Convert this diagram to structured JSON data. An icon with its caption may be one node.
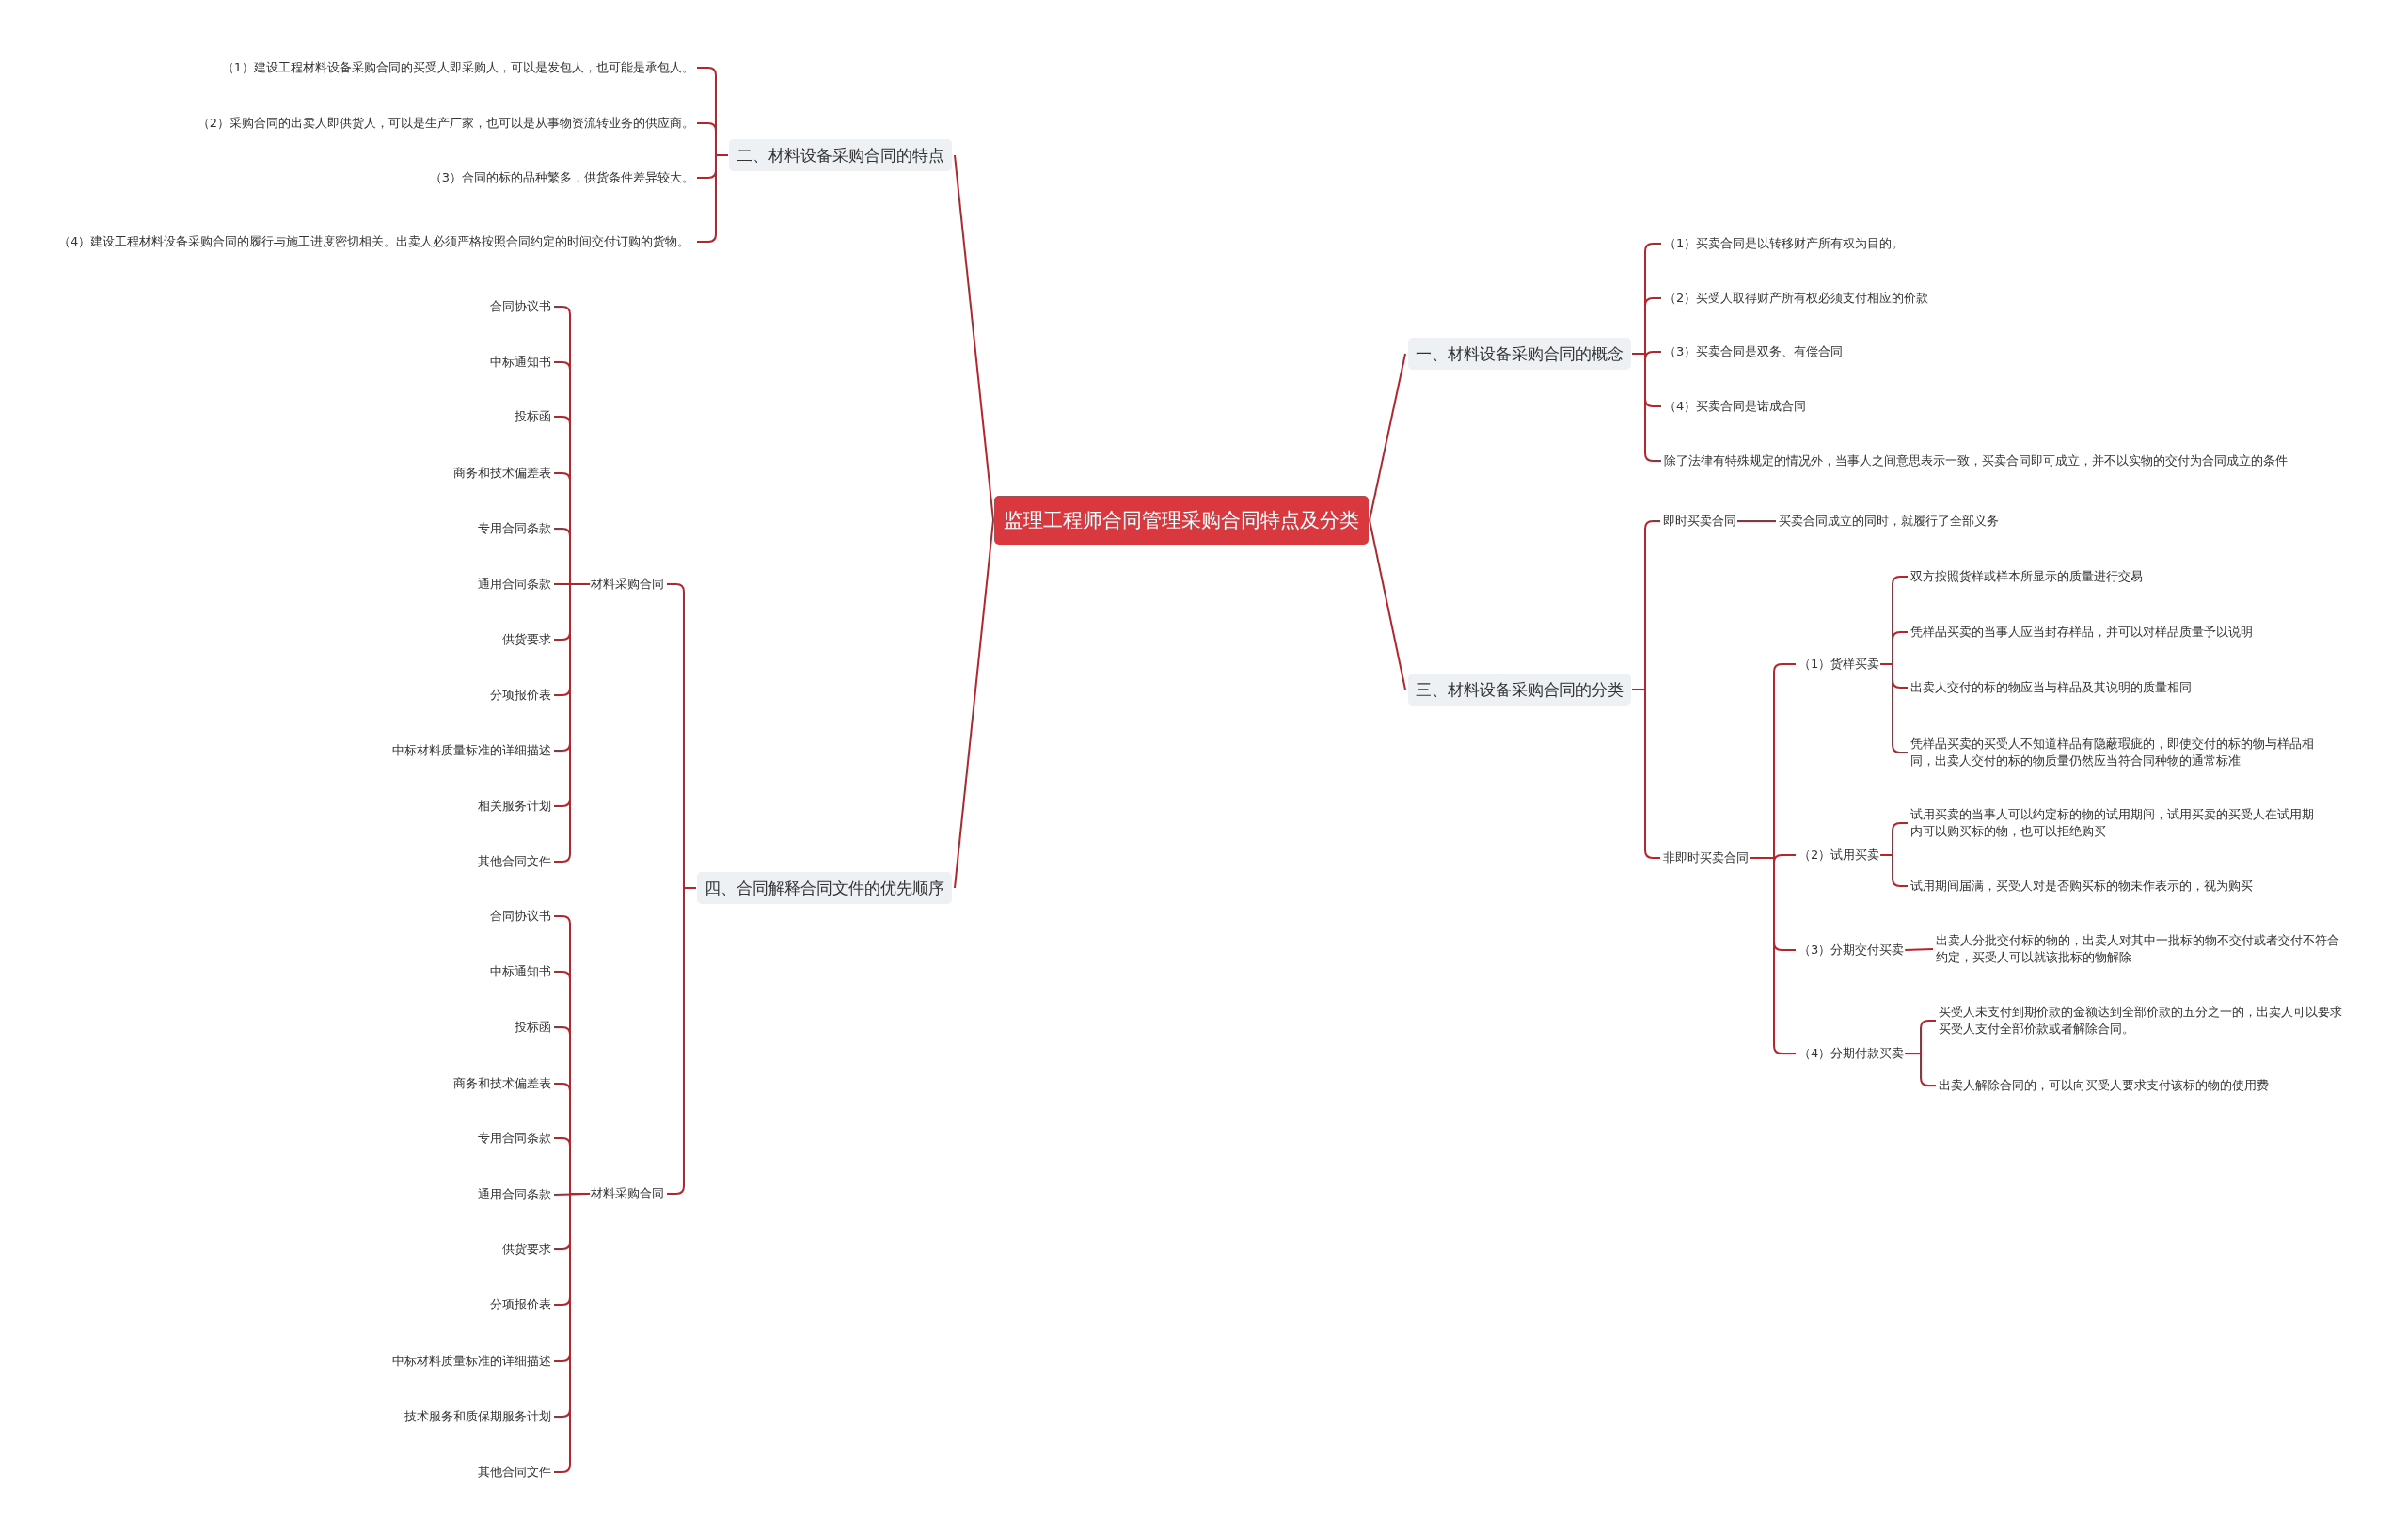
{
  "diagram": {
    "nodes": [
      {
        "text": [
          "监理工程师合同管理采购合同特点及分类"
        ]
      },
      {
        "text": [
          "二、材料设备采购合同的特点"
        ]
      },
      {
        "text": [
          "（1）建设工程材料设备采购合同的买受人即采购人，可以是发包人，也可能是承包人。"
        ]
      },
      {
        "text": [
          "（2）采购合同的出卖人即供货人，可以是生产厂家，也可以是从事物资流转业务的供应商。"
        ]
      },
      {
        "text": [
          "（3）合同的标的品种繁多，供货条件差异较大。"
        ]
      },
      {
        "text": [
          "（4）建设工程材料设备采购合同的履行与施工进度密切相关。出卖人必须严格按照合同约定的时间交付订购的货物。"
        ]
      },
      {
        "text": [
          "四、合同解释合同文件的优先顺序"
        ]
      },
      {
        "text": [
          "材料采购合同"
        ]
      },
      {
        "text": [
          "合同协议书"
        ]
      },
      {
        "text": [
          "中标通知书"
        ]
      },
      {
        "text": [
          "投标函"
        ]
      },
      {
        "text": [
          "商务和技术偏差表"
        ]
      },
      {
        "text": [
          "专用合同条款"
        ]
      },
      {
        "text": [
          "通用合同条款"
        ]
      },
      {
        "text": [
          "供货要求"
        ]
      },
      {
        "text": [
          "分项报价表"
        ]
      },
      {
        "text": [
          "中标材料质量标准的详细描述"
        ]
      },
      {
        "text": [
          "相关服务计划"
        ]
      },
      {
        "text": [
          "其他合同文件"
        ]
      },
      {
        "text": [
          "材料采购合同"
        ]
      },
      {
        "text": [
          "合同协议书"
        ]
      },
      {
        "text": [
          "中标通知书"
        ]
      },
      {
        "text": [
          "投标函"
        ]
      },
      {
        "text": [
          "商务和技术偏差表"
        ]
      },
      {
        "text": [
          "专用合同条款"
        ]
      },
      {
        "text": [
          "通用合同条款"
        ]
      },
      {
        "text": [
          "供货要求"
        ]
      },
      {
        "text": [
          "分项报价表"
        ]
      },
      {
        "text": [
          "中标材料质量标准的详细描述"
        ]
      },
      {
        "text": [
          "技术服务和质保期服务计划"
        ]
      },
      {
        "text": [
          "其他合同文件"
        ]
      },
      {
        "text": [
          "一、材料设备采购合同的概念"
        ]
      },
      {
        "text": [
          "（1）买卖合同是以转移财产所有权为目的。"
        ]
      },
      {
        "text": [
          "（2）买受人取得财产所有权必须支付相应的价款"
        ]
      },
      {
        "text": [
          "（3）买卖合同是双务、有偿合同"
        ]
      },
      {
        "text": [
          "（4）买卖合同是诺成合同"
        ]
      },
      {
        "text": [
          "除了法律有特殊规定的情况外，当事人之间意思表示一致，买卖合同即可成立，并不以实物的交付为合同成立的条件"
        ]
      },
      {
        "text": [
          "三、材料设备采购合同的分类"
        ]
      },
      {
        "text": [
          "即时买卖合同"
        ]
      },
      {
        "text": [
          "买卖合同成立的同时，就履行了全部义务"
        ]
      },
      {
        "text": [
          "非即时买卖合同"
        ]
      },
      {
        "text": [
          "（1）货样买卖"
        ]
      },
      {
        "text": [
          "双方按照货样或样本所显示的质量进行交易"
        ]
      },
      {
        "text": [
          "凭样品买卖的当事人应当封存样品，并可以对样品质量予以说明"
        ]
      },
      {
        "text": [
          "出卖人交付的标的物应当与样品及其说明的质量相同"
        ]
      },
      {
        "text": [
          "凭样品买卖的买受人不知道样品有隐蔽瑕疵的，即使交付的标的物与样品相同，出卖人交付的标的物质量仍然应当符合同种物的通常标准"
        ]
      },
      {
        "text": [
          "（2）试用买卖"
        ]
      },
      {
        "text": [
          "试用买卖的当事人可以约定标的物的试用期间，试用买卖的买受人在试用期内可以购买标的物，也可以拒绝购买"
        ]
      },
      {
        "text": [
          "试用期间届满，买受人对是否购买标的物未作表示的，视为购买"
        ]
      },
      {
        "text": [
          "（3）分期交付买卖"
        ]
      },
      {
        "text": [
          "出卖人分批交付标的物的，出卖人对其中一批标的物不交付或者交付不符合约定，买受人可以就该批标的物解除"
        ]
      },
      {
        "text": [
          "（4）分期付款买卖"
        ]
      },
      {
        "text": [
          "买受人未支付到期价款的金额达到全部价款的五分之一的，出卖人可以要求买受人支付全部价款或者解除合同。"
        ]
      },
      {
        "text": [
          "出卖人解除合同的，可以向买受人要求支付该标的物的使用费"
        ]
      }
    ],
    "edges": [
      {
        "from": 0,
        "to": 1,
        "arrow": "none"
      },
      {
        "from": 1,
        "to": 2,
        "arrow": "none"
      },
      {
        "from": 1,
        "to": 3,
        "arrow": "none"
      },
      {
        "from": 1,
        "to": 4,
        "arrow": "none"
      },
      {
        "from": 1,
        "to": 5,
        "arrow": "none"
      },
      {
        "from": 0,
        "to": 6,
        "arrow": "none"
      },
      {
        "from": 6,
        "to": 7,
        "arrow": "none"
      },
      {
        "from": 7,
        "to": 8,
        "arrow": "none"
      },
      {
        "from": 7,
        "to": 9,
        "arrow": "none"
      },
      {
        "from": 7,
        "to": 10,
        "arrow": "none"
      },
      {
        "from": 7,
        "to": 11,
        "arrow": "none"
      },
      {
        "from": 7,
        "to": 12,
        "arrow": "none"
      },
      {
        "from": 7,
        "to": 13,
        "arrow": "none"
      },
      {
        "from": 7,
        "to": 14,
        "arrow": "none"
      },
      {
        "from": 7,
        "to": 15,
        "arrow": "none"
      },
      {
        "from": 7,
        "to": 16,
        "arrow": "none"
      },
      {
        "from": 7,
        "to": 17,
        "arrow": "none"
      },
      {
        "from": 7,
        "to": 18,
        "arrow": "none"
      },
      {
        "from": 6,
        "to": 19,
        "arrow": "none"
      },
      {
        "from": 19,
        "to": 20,
        "arrow": "none"
      },
      {
        "from": 19,
        "to": 21,
        "arrow": "none"
      },
      {
        "from": 19,
        "to": 22,
        "arrow": "none"
      },
      {
        "from": 19,
        "to": 23,
        "arrow": "none"
      },
      {
        "from": 19,
        "to": 24,
        "arrow": "none"
      },
      {
        "from": 19,
        "to": 25,
        "arrow": "none"
      },
      {
        "from": 19,
        "to": 26,
        "arrow": "none"
      },
      {
        "from": 19,
        "to": 27,
        "arrow": "none"
      },
      {
        "from": 19,
        "to": 28,
        "arrow": "none"
      },
      {
        "from": 19,
        "to": 29,
        "arrow": "none"
      },
      {
        "from": 19,
        "to": 30,
        "arrow": "none"
      },
      {
        "from": 0,
        "to": 31,
        "arrow": "none"
      },
      {
        "from": 31,
        "to": 32,
        "arrow": "none"
      },
      {
        "from": 31,
        "to": 33,
        "arrow": "none"
      },
      {
        "from": 31,
        "to": 34,
        "arrow": "none"
      },
      {
        "from": 31,
        "to": 35,
        "arrow": "none"
      },
      {
        "from": 31,
        "to": 36,
        "arrow": "none"
      },
      {
        "from": 0,
        "to": 37,
        "arrow": "none"
      },
      {
        "from": 37,
        "to": 38,
        "arrow": "none"
      },
      {
        "from": 38,
        "to": 39,
        "arrow": "none"
      },
      {
        "from": 37,
        "to": 40,
        "arrow": "none"
      },
      {
        "from": 40,
        "to": 41,
        "arrow": "none"
      },
      {
        "from": 41,
        "to": 42,
        "arrow": "none"
      },
      {
        "from": 41,
        "to": 43,
        "arrow": "none"
      },
      {
        "from": 41,
        "to": 44,
        "arrow": "none"
      },
      {
        "from": 41,
        "to": 45,
        "arrow": "none"
      },
      {
        "from": 40,
        "to": 46,
        "arrow": "none"
      },
      {
        "from": 46,
        "to": 47,
        "arrow": "none"
      },
      {
        "from": 46,
        "to": 48,
        "arrow": "none"
      },
      {
        "from": 40,
        "to": 49,
        "arrow": "none"
      },
      {
        "from": 49,
        "to": 50,
        "arrow": "none"
      },
      {
        "from": 40,
        "to": 51,
        "arrow": "none"
      },
      {
        "from": 51,
        "to": 52,
        "arrow": "none"
      },
      {
        "from": 51,
        "to": 53,
        "arrow": "none"
      }
    ]
  }
}
